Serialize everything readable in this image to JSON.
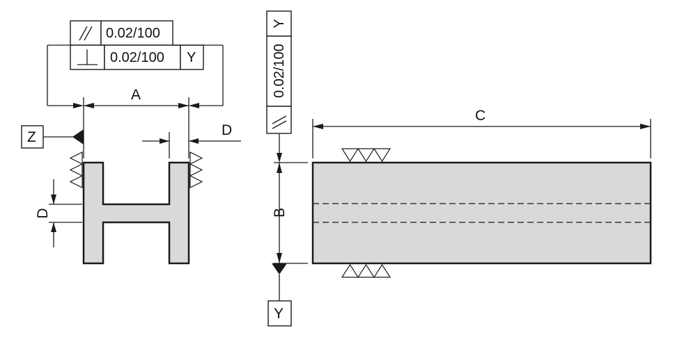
{
  "dimensions": {
    "A": "A",
    "B": "B",
    "C": "C",
    "D_flange": "D",
    "D_web": "D"
  },
  "datums": {
    "Z": "Z",
    "Y": "Y"
  },
  "fcf_top": {
    "parallel_symbol": "//",
    "parallel_value": "0.02/100",
    "perp_symbol": "⊥",
    "perp_value": "0.02/100",
    "perp_datum": "Y"
  },
  "fcf_vertical": {
    "symbol": "//",
    "value": "0.02/100",
    "datum": "Y"
  },
  "colors": {
    "part_fill": "#d9d9d9",
    "line": "#1a1a1a"
  }
}
